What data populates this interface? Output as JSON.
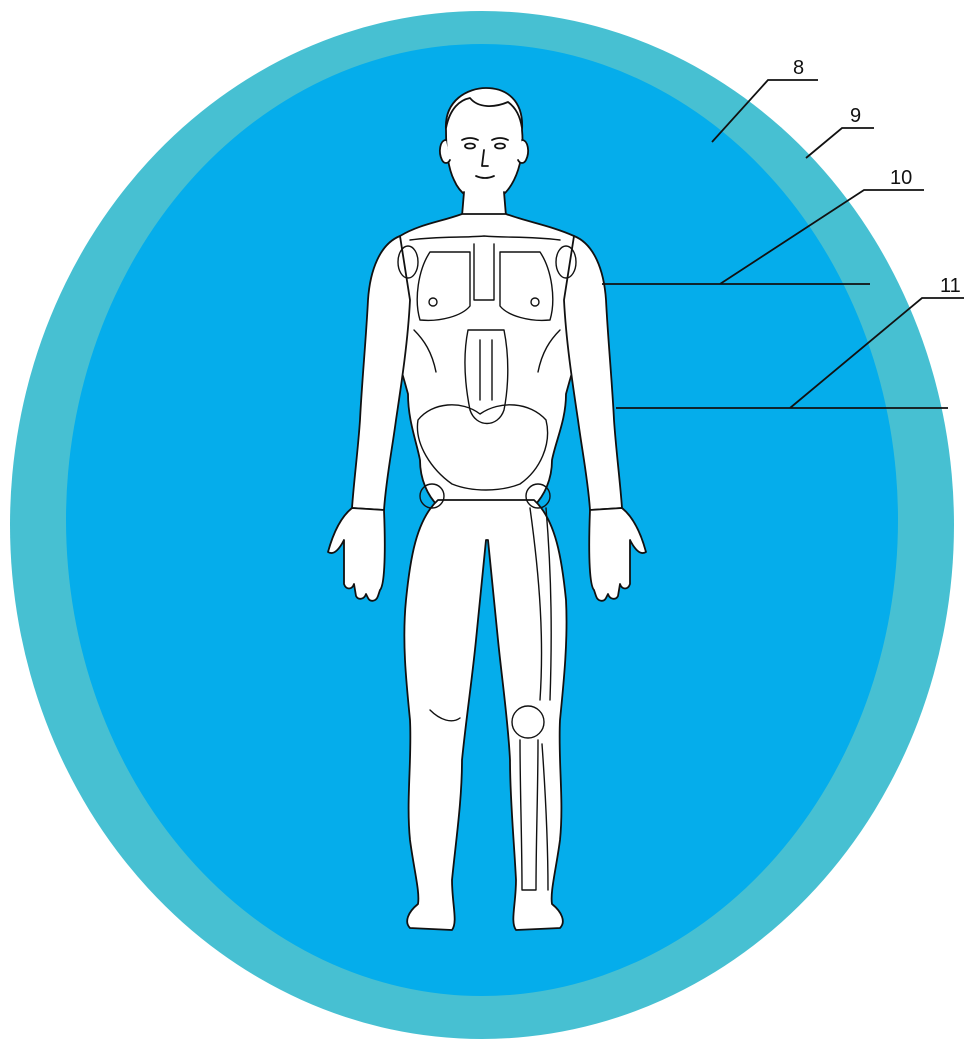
{
  "colors": {
    "background": "#ffffff",
    "outer_ring": "#47c0d2",
    "inner_field": "#05adeb",
    "figure_fill": "#ffffff",
    "ink": "#111111"
  },
  "figure": {
    "icon": "human-body-anatomy-icon"
  },
  "callouts": [
    {
      "label": "8"
    },
    {
      "label": "9"
    },
    {
      "label": "10"
    },
    {
      "label": "11"
    }
  ]
}
